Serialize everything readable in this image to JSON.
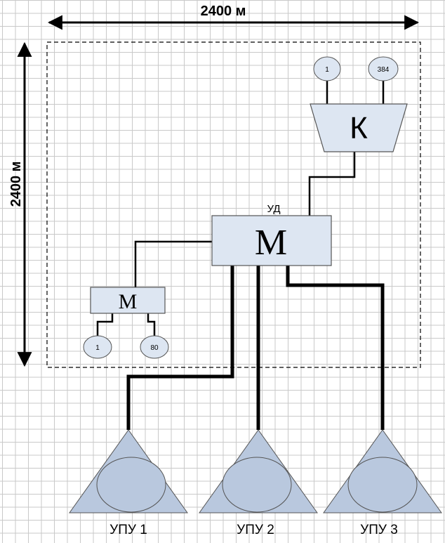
{
  "dimensions": {
    "width_label": "2400 м",
    "height_label": "2400 м"
  },
  "controller": {
    "letter": "К",
    "terminals": [
      "1",
      "384"
    ]
  },
  "main_hub": {
    "letter": "М",
    "caption": "УД"
  },
  "sub_hub": {
    "letter": "М",
    "terminals": [
      "1",
      "80"
    ]
  },
  "endpoints": [
    "УПУ 1",
    "УПУ 2",
    "УПУ 3"
  ],
  "colors": {
    "box_fill": "#dde6f2",
    "box_stroke": "#555555",
    "triangle_fill": "#b9c8de",
    "line": "#000000"
  }
}
